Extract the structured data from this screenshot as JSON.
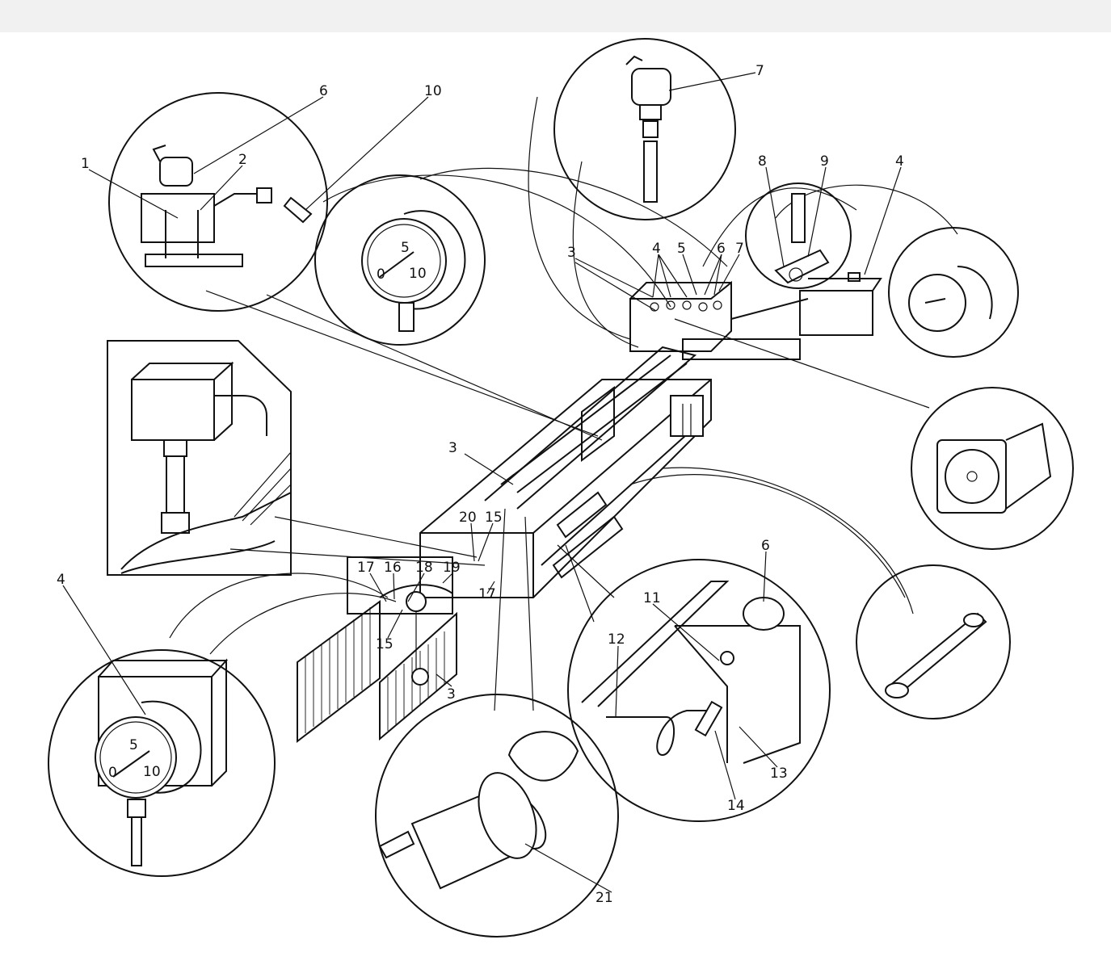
{
  "diagram": {
    "callouts": [
      {
        "id": "c6a",
        "text": "6"
      },
      {
        "id": "c10a",
        "text": "10"
      },
      {
        "id": "c1",
        "text": "1"
      },
      {
        "id": "c2",
        "text": "2"
      },
      {
        "id": "c7a",
        "text": "7"
      },
      {
        "id": "c8",
        "text": "8"
      },
      {
        "id": "c9",
        "text": "9"
      },
      {
        "id": "c4a",
        "text": "4"
      },
      {
        "id": "c3a",
        "text": "3"
      },
      {
        "id": "c4b",
        "text": "4"
      },
      {
        "id": "c5",
        "text": "5"
      },
      {
        "id": "c6b",
        "text": "6"
      },
      {
        "id": "c7b",
        "text": "7"
      },
      {
        "id": "c3b",
        "text": "3"
      },
      {
        "id": "c20",
        "text": "20"
      },
      {
        "id": "c15a",
        "text": "15"
      },
      {
        "id": "c17a",
        "text": "17"
      },
      {
        "id": "c16",
        "text": "16"
      },
      {
        "id": "c18",
        "text": "18"
      },
      {
        "id": "c19",
        "text": "19"
      },
      {
        "id": "c17b",
        "text": "17"
      },
      {
        "id": "c15b",
        "text": "15"
      },
      {
        "id": "c3c",
        "text": "3"
      },
      {
        "id": "c4c",
        "text": "4"
      },
      {
        "id": "c6c",
        "text": "6"
      },
      {
        "id": "c11",
        "text": "11"
      },
      {
        "id": "c12",
        "text": "12"
      },
      {
        "id": "c13",
        "text": "13"
      },
      {
        "id": "c14",
        "text": "14"
      },
      {
        "id": "c21",
        "text": "21"
      }
    ],
    "gauge_scale_labels": {
      "top_gauge": [
        "5",
        "0",
        "10"
      ],
      "left_gauge": [
        "5",
        "0",
        "10"
      ]
    }
  }
}
